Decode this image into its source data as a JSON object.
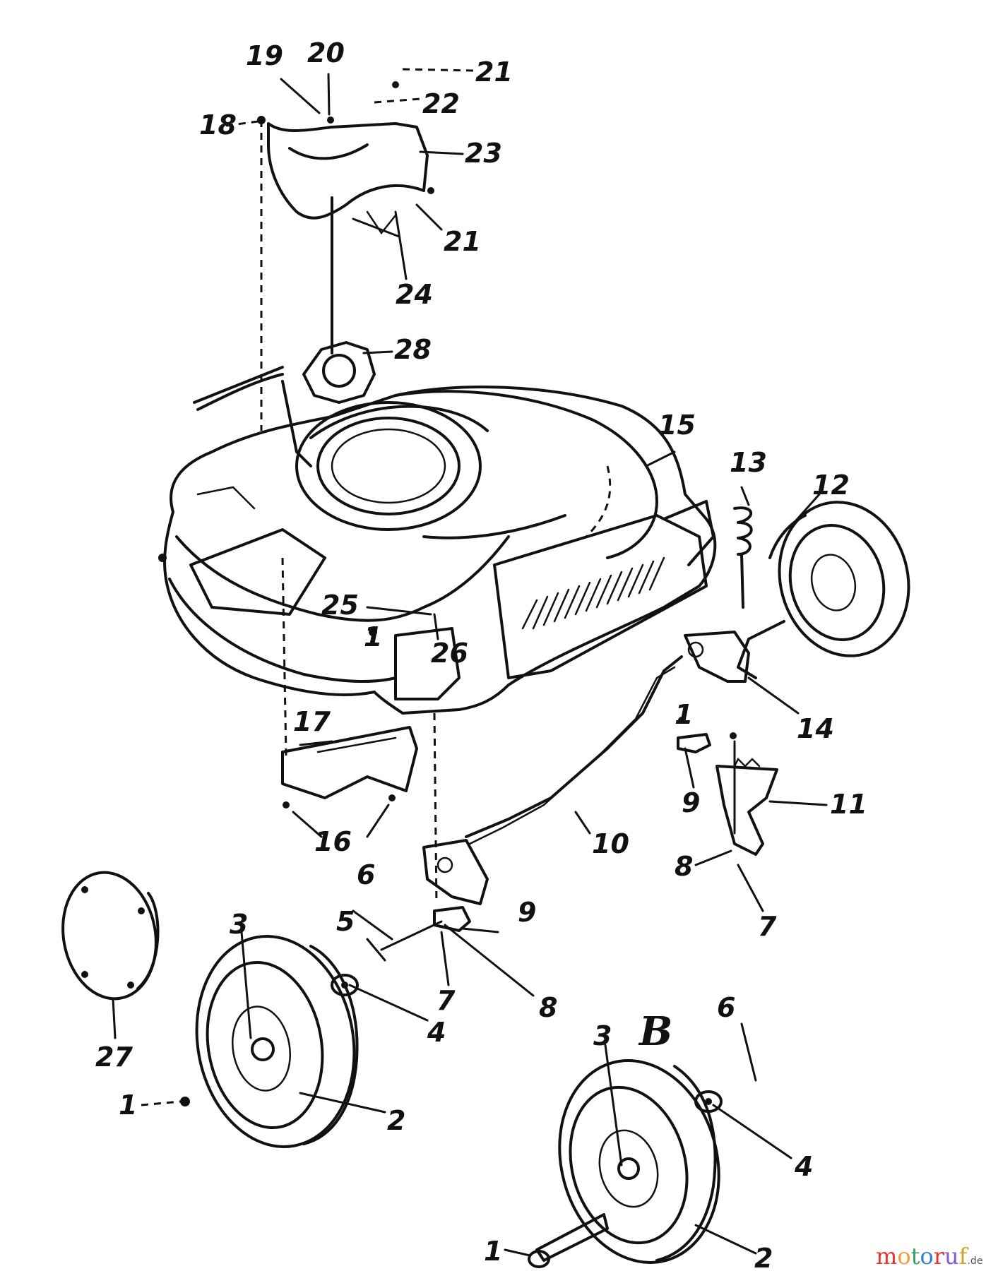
{
  "diagram": {
    "variant_label": "B",
    "labels": [
      "1",
      "2",
      "3",
      "4",
      "5",
      "6",
      "7",
      "8",
      "9",
      "10",
      "11",
      "12",
      "13",
      "14",
      "15",
      "16",
      "17",
      "18",
      "19",
      "20",
      "21",
      "22",
      "23",
      "24",
      "25",
      "26",
      "27",
      "28"
    ],
    "labels_repeated": {
      "1b": "1",
      "1c": "1",
      "1d": "1",
      "2b": "2",
      "3b": "3",
      "4b": "4",
      "6b": "6",
      "7b": "7",
      "8b": "8",
      "9b": "9",
      "21b": "21"
    }
  },
  "watermark": {
    "parts": [
      {
        "text": "m",
        "color": "#e3342f"
      },
      {
        "text": "o",
        "color": "#f6993f"
      },
      {
        "text": "t",
        "color": "#38a169"
      },
      {
        "text": "o",
        "color": "#3182ce"
      },
      {
        "text": "r",
        "color": "#e3342f"
      },
      {
        "text": "u",
        "color": "#805ad5"
      },
      {
        "text": "f",
        "color": "#d69e2e"
      }
    ],
    "suffix": ".de"
  }
}
